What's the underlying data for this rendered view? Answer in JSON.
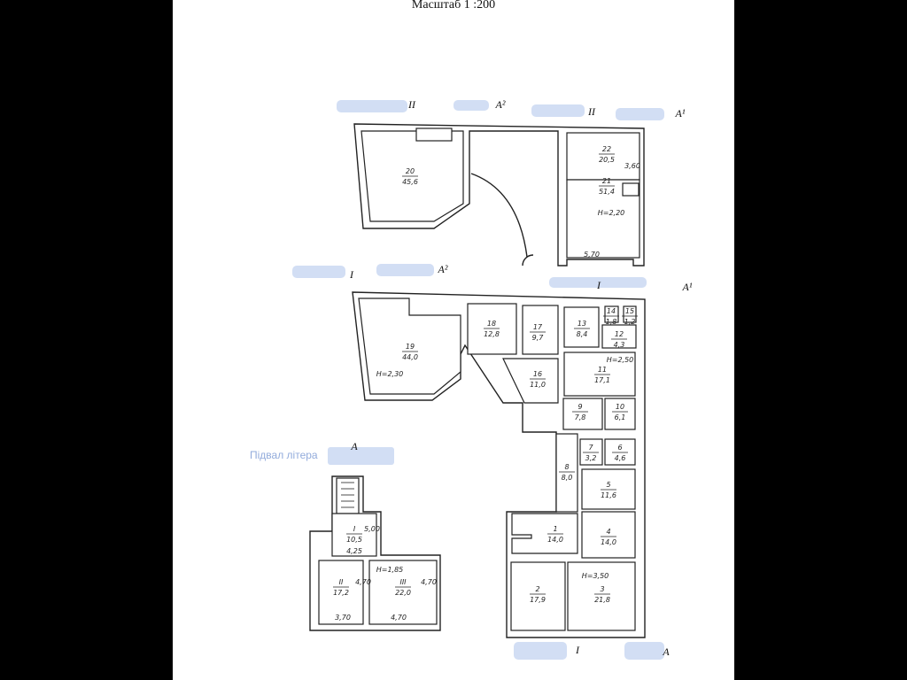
{
  "title": "Масштаб 1 :200",
  "stamps": {
    "basement": "Підвал літера"
  },
  "sections": {
    "upper_left": "II",
    "upper_mid": "А²",
    "upper_right_num": "II",
    "upper_right": "А¹",
    "ground_left_num": "I",
    "ground_left": "А²",
    "ground_mid_num": "I",
    "ground_right": "А¹",
    "basement": "А",
    "bottom_num": "I",
    "bottom_right": "А"
  },
  "upper_floor": {
    "rooms": [
      {
        "num": "20",
        "area": "45,6"
      },
      {
        "num": "22",
        "area": "20,5"
      },
      {
        "num": "21",
        "area": "51,4"
      }
    ],
    "height": "H=2,20",
    "dim_width": "5,70",
    "dim_side": "3,60"
  },
  "ground_floor": {
    "rooms": [
      {
        "num": "19",
        "area": "44,0"
      },
      {
        "num": "18",
        "area": "12,8"
      },
      {
        "num": "17",
        "area": "9,7"
      },
      {
        "num": "13",
        "area": "8,4"
      },
      {
        "num": "14",
        "area": "1,8"
      },
      {
        "num": "15",
        "area": "1,2"
      },
      {
        "num": "12",
        "area": "4,3"
      },
      {
        "num": "16",
        "area": "11,0"
      },
      {
        "num": "11",
        "area": "17,1"
      },
      {
        "num": "9",
        "area": "7,8"
      },
      {
        "num": "10",
        "area": "6,1"
      },
      {
        "num": "7",
        "area": "3,2"
      },
      {
        "num": "6",
        "area": "4,6"
      },
      {
        "num": "8",
        "area": "8,0"
      },
      {
        "num": "5",
        "area": "11,6"
      },
      {
        "num": "1",
        "area": "14,0"
      },
      {
        "num": "4",
        "area": "14,0"
      },
      {
        "num": "2",
        "area": "17,9"
      },
      {
        "num": "3",
        "area": "21,8"
      }
    ],
    "height_19": "H=2,30",
    "height_11": "H=2,50",
    "height_3": "H=3,50"
  },
  "basement": {
    "rooms": [
      {
        "num": "I",
        "area": "10,5",
        "extra": "4,25"
      },
      {
        "num": "II",
        "area": "17,2"
      },
      {
        "num": "III",
        "area": "22,0"
      }
    ],
    "height": "H=1,85",
    "dim_i": "5,00",
    "dim_ii_side": "4,70",
    "dim_iii_side": "4,70",
    "dim_ii_bottom": "3,70",
    "dim_iii_bottom": "4,70"
  }
}
